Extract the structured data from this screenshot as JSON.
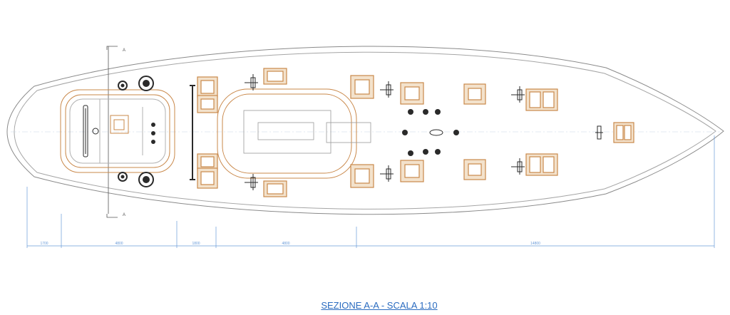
{
  "section_marks": {
    "top": "A",
    "bottom": "A"
  },
  "dimensions": [
    "1700",
    "4800",
    "1800",
    "4800",
    "14800"
  ],
  "caption": "SEZIONE A-A - SCALA 1:10",
  "colors": {
    "hull": "#8a8a8a",
    "hatch": "#c9884a",
    "hatch_fill": "#f3e2cc",
    "dimension": "#6a9bd8",
    "caption": "#2b6cc0",
    "hardware": "#2a2a2a"
  },
  "icons": {
    "winch": "winch-icon",
    "hatch": "deck-hatch-icon",
    "cleat": "cleat-icon",
    "wheel": "steering-wheel-icon"
  }
}
